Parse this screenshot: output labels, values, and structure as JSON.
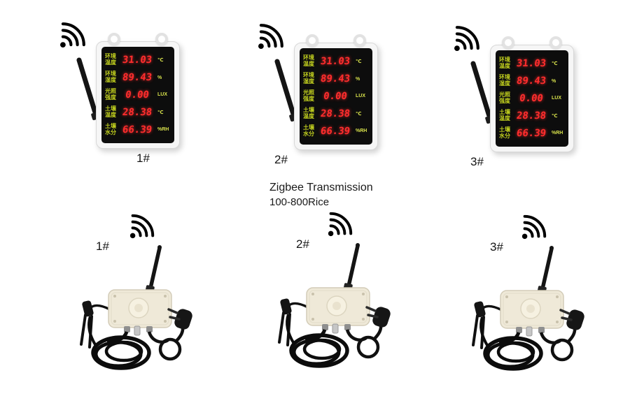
{
  "annotation": {
    "line1": "Zigbee Transmission",
    "line2": "100-800Rice"
  },
  "colors": {
    "digit": "#ff2d2d",
    "label": "#c6d51f",
    "unit": "#d9e34c",
    "screen": "#0d0d0d",
    "panel": "#f6f6f6"
  },
  "displays": [
    {
      "id_label": "1#",
      "rows": [
        {
          "label_line1": "环境",
          "label_line2": "温度",
          "value": "31.03",
          "unit": "℃"
        },
        {
          "label_line1": "环境",
          "label_line2": "湿度",
          "value": "89.43",
          "unit": "%"
        },
        {
          "label_line1": "光照",
          "label_line2": "强度",
          "value": "0.00",
          "unit": "LUX"
        },
        {
          "label_line1": "土壤",
          "label_line2": "温度",
          "value": "28.38",
          "unit": "℃"
        },
        {
          "label_line1": "土壤",
          "label_line2": "水分",
          "value": "66.39",
          "unit": "%RH"
        }
      ]
    },
    {
      "id_label": "2#",
      "rows": [
        {
          "label_line1": "环境",
          "label_line2": "温度",
          "value": "31.03",
          "unit": "℃"
        },
        {
          "label_line1": "环境",
          "label_line2": "湿度",
          "value": "89.43",
          "unit": "%"
        },
        {
          "label_line1": "光照",
          "label_line2": "强度",
          "value": "0.00",
          "unit": "LUX"
        },
        {
          "label_line1": "土壤",
          "label_line2": "温度",
          "value": "28.38",
          "unit": "℃"
        },
        {
          "label_line1": "土壤",
          "label_line2": "水分",
          "value": "66.39",
          "unit": "%RH"
        }
      ]
    },
    {
      "id_label": "3#",
      "rows": [
        {
          "label_line1": "环境",
          "label_line2": "温度",
          "value": "31.03",
          "unit": "℃"
        },
        {
          "label_line1": "环境",
          "label_line2": "湿度",
          "value": "89.43",
          "unit": "%"
        },
        {
          "label_line1": "光照",
          "label_line2": "强度",
          "value": "0.00",
          "unit": "LUX"
        },
        {
          "label_line1": "土壤",
          "label_line2": "温度",
          "value": "28.38",
          "unit": "℃"
        },
        {
          "label_line1": "土壤",
          "label_line2": "水分",
          "value": "66.39",
          "unit": "%RH"
        }
      ]
    }
  ],
  "sensors": [
    {
      "id_label": "1#"
    },
    {
      "id_label": "2#"
    },
    {
      "id_label": "3#"
    }
  ]
}
